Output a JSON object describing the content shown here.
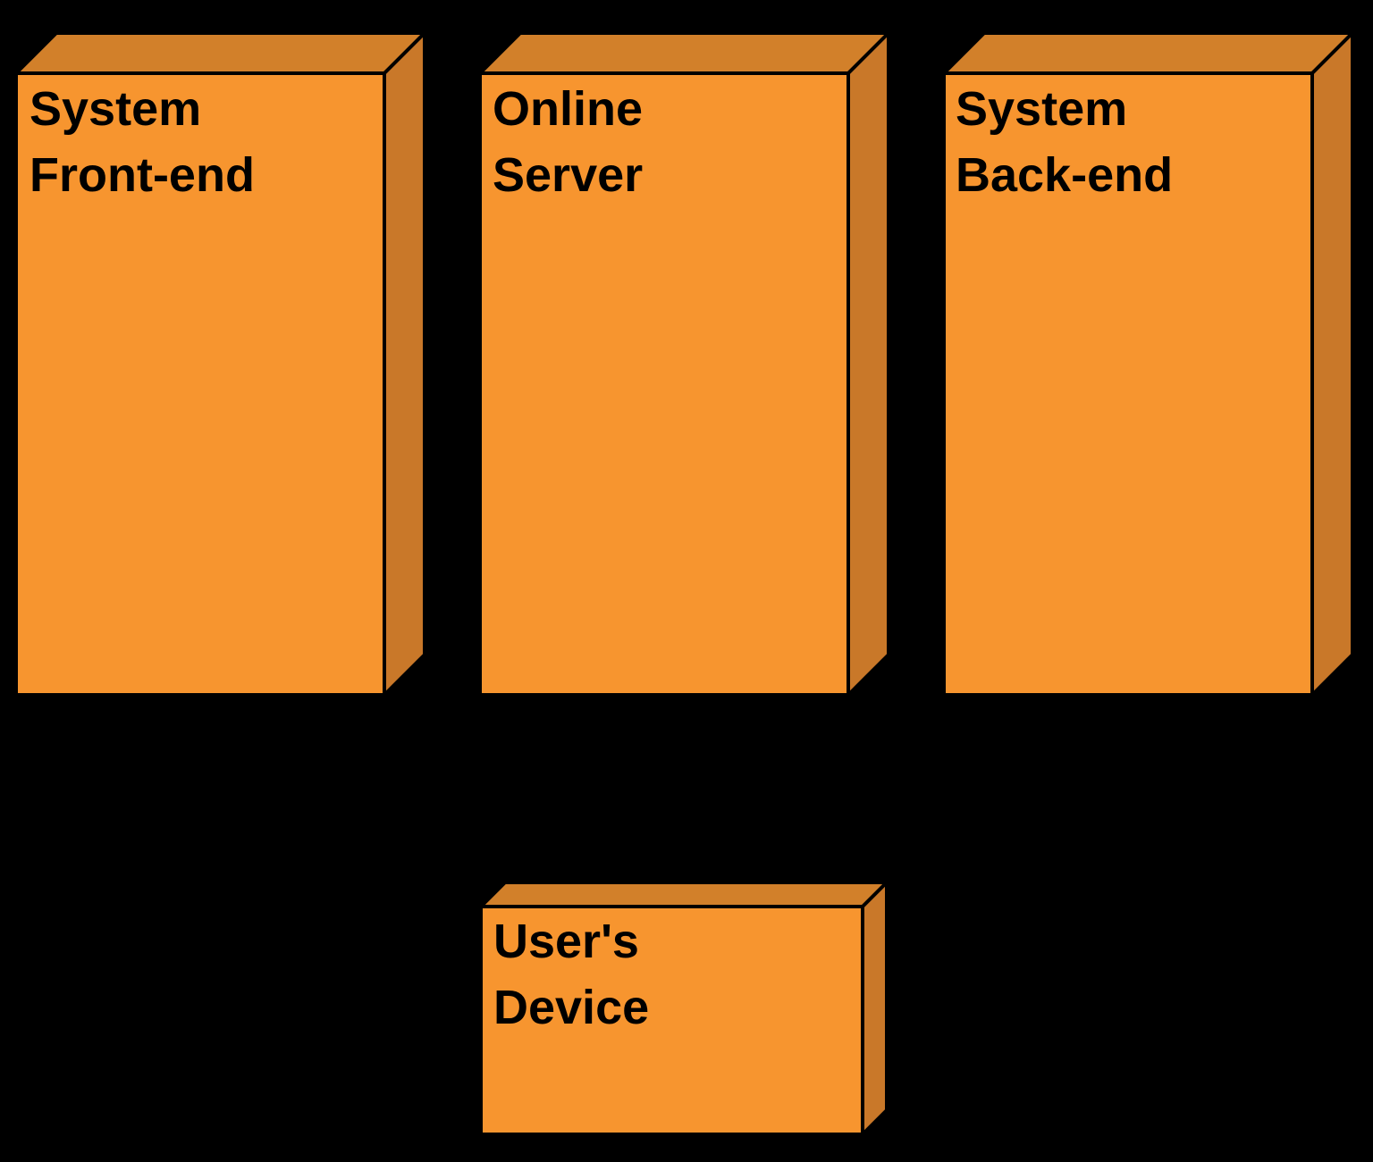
{
  "diagram": {
    "type": "deployment-diagram",
    "background": "#000000",
    "colors": {
      "front": "#F7952F",
      "top": "#D2802A",
      "side": "#C97829",
      "outline": "#000000",
      "text": "#000000"
    },
    "nodes": [
      {
        "id": "system-front-end",
        "label": "System Front-end",
        "lines": [
          "System",
          "Front-end"
        ]
      },
      {
        "id": "online-server",
        "label": "Online Server",
        "lines": [
          "Online",
          "Server"
        ]
      },
      {
        "id": "system-back-end",
        "label": "System Back-end",
        "lines": [
          "System",
          "Back-end"
        ]
      },
      {
        "id": "users-device",
        "label": "User's Device",
        "lines": [
          "User's",
          "Device"
        ]
      }
    ],
    "edges": []
  }
}
